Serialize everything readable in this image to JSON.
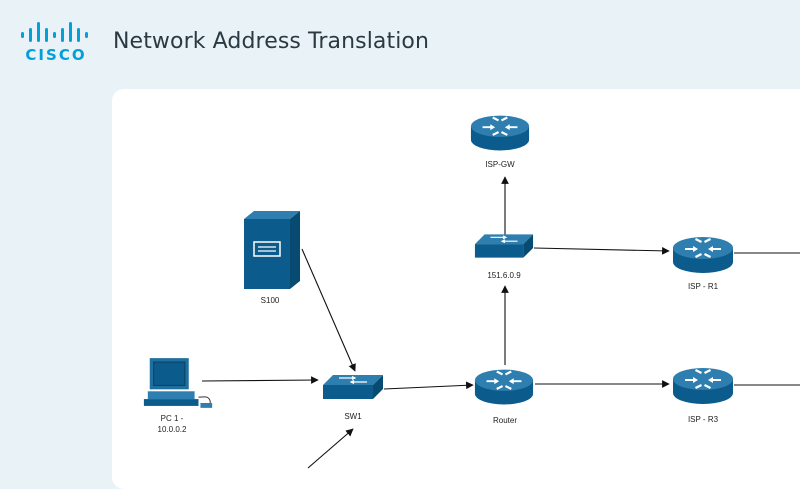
{
  "header": {
    "logo_text": "CISCO",
    "title": "Network Address Translation"
  },
  "diagram": {
    "nodes": {
      "isp_gw": {
        "label": "ISP-GW",
        "icon": "router-icon"
      },
      "sw_isp": {
        "label": "151.6.0.9",
        "icon": "switch-icon"
      },
      "isp_r1": {
        "label": "ISP - R1",
        "icon": "router-icon"
      },
      "s100": {
        "label": "S100",
        "icon": "server-icon"
      },
      "pc1": {
        "label_line1": "PC 1 -",
        "label_line2": "10.0.0.2",
        "icon": "computer-icon"
      },
      "sw1": {
        "label": "SW1",
        "icon": "switch-icon"
      },
      "router": {
        "label": "Router",
        "icon": "router-icon"
      },
      "isp_r3": {
        "label": "ISP - R3",
        "icon": "router-icon"
      }
    },
    "colors": {
      "device_top": "#2e7fb0",
      "device_side": "#0b5b8c",
      "arrow": "#111111",
      "accent": "#049fd9"
    }
  }
}
